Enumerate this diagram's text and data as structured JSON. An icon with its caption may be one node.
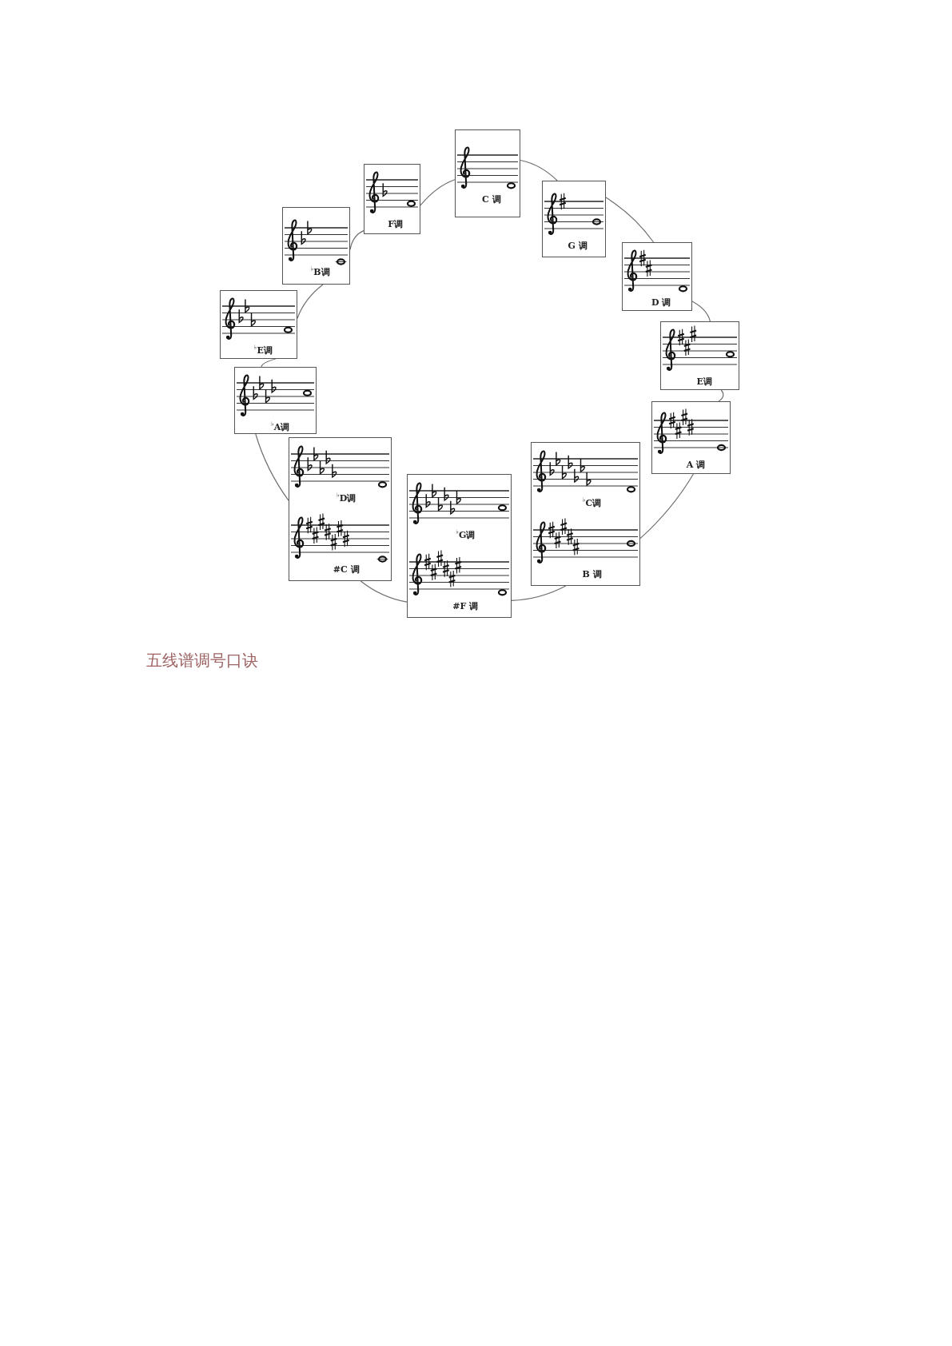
{
  "diagram": {
    "caption": "五线谱调号口诀",
    "nodes": [
      {
        "text": [
          "C 调"
        ]
      },
      {
        "text": [
          "G 调"
        ]
      },
      {
        "text": [
          "D 调"
        ]
      },
      {
        "text": [
          "E调"
        ]
      },
      {
        "text": [
          "A 调"
        ]
      },
      {
        "text": [
          "$^{♭}$C调",
          "B 调"
        ]
      },
      {
        "text": [
          "$^{♭}$G调",
          "#F 调"
        ]
      },
      {
        "text": [
          "$^{♭}$D调",
          "#C 调"
        ]
      },
      {
        "text": [
          "$^{♭}$A调"
        ]
      },
      {
        "text": [
          "$^{♭}$E调"
        ]
      },
      {
        "text": [
          "$^{♭}$B调"
        ]
      },
      {
        "text": [
          "F调"
        ]
      }
    ],
    "edges": [
      {
        "from": 0,
        "to": 1,
        "arrow": "none"
      },
      {
        "from": 1,
        "to": 2,
        "arrow": "none"
      },
      {
        "from": 2,
        "to": 3,
        "arrow": "none"
      },
      {
        "from": 3,
        "to": 4,
        "arrow": "none"
      },
      {
        "from": 4,
        "to": 5,
        "arrow": "none"
      },
      {
        "from": 5,
        "to": 6,
        "arrow": "none"
      },
      {
        "from": 6,
        "to": 7,
        "arrow": "none"
      },
      {
        "from": 7,
        "to": 8,
        "arrow": "none"
      },
      {
        "from": 8,
        "to": 9,
        "arrow": "none"
      },
      {
        "from": 9,
        "to": 10,
        "arrow": "none"
      },
      {
        "from": 10,
        "to": 11,
        "arrow": "none"
      },
      {
        "from": 11,
        "to": 0,
        "arrow": "none"
      }
    ]
  }
}
